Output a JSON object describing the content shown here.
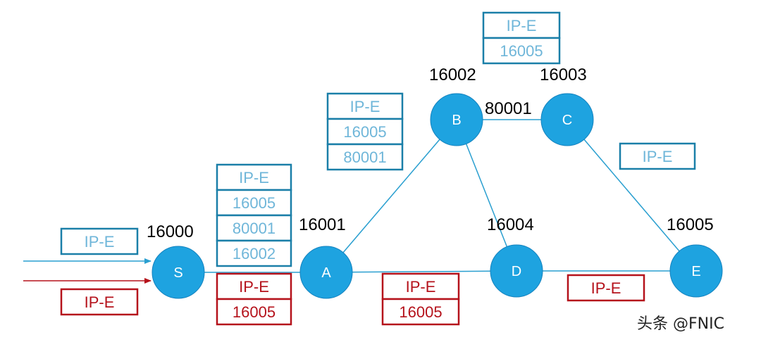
{
  "colors": {
    "node_fill": "#1ea3e0",
    "node_stroke": "#1583bf",
    "link": "#2a9fd0",
    "blue_box": "#1a7fa8",
    "blue_text": "#6fb6d9",
    "red": "#b5121b"
  },
  "nodes": {
    "S": {
      "label": "S",
      "sid": "16000"
    },
    "A": {
      "label": "A",
      "sid": "16001"
    },
    "B": {
      "label": "B",
      "sid": "16002"
    },
    "C": {
      "label": "C",
      "sid": "16003"
    },
    "D": {
      "label": "D",
      "sid": "16004"
    },
    "E": {
      "label": "E",
      "sid": "16005"
    }
  },
  "adjacency_sid_bc": "80001",
  "stacks": {
    "ingress_blue": [
      "IP-E"
    ],
    "ingress_red": [
      "IP-E"
    ],
    "s_to_a_blue": [
      "IP-E",
      "16005",
      "80001",
      "16002"
    ],
    "s_to_a_red": [
      "IP-E",
      "16005"
    ],
    "a_to_b_blue": [
      "IP-E",
      "16005",
      "80001"
    ],
    "b_to_c_blue": [
      "IP-E",
      "16005"
    ],
    "c_to_e_blue": [
      "IP-E"
    ],
    "a_to_d_red": [
      "IP-E",
      "16005"
    ],
    "d_to_e_red": [
      "IP-E"
    ]
  },
  "watermark": "头条 @FNIC"
}
